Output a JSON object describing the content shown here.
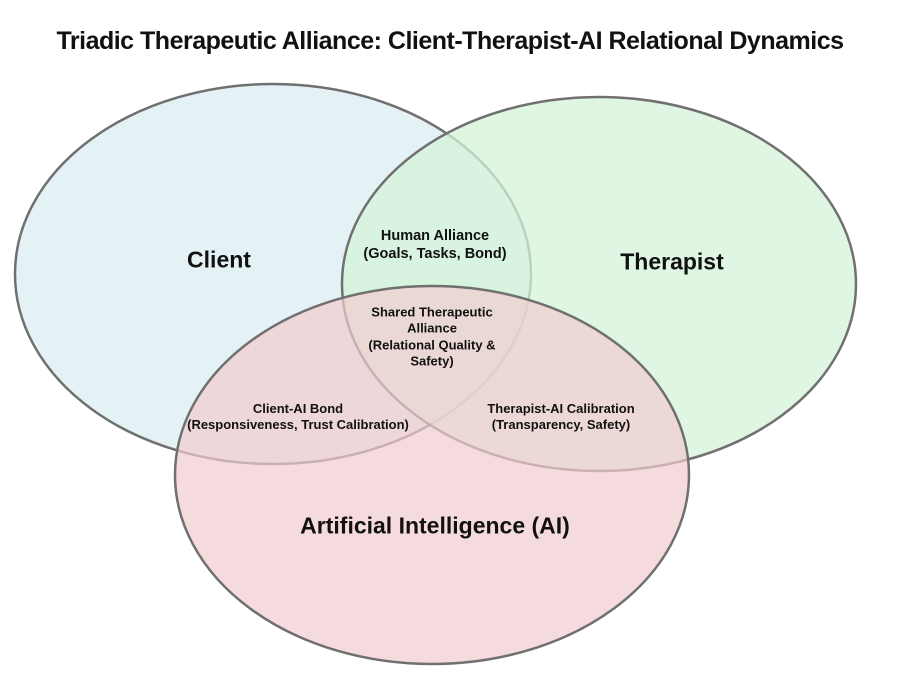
{
  "title": "Triadic Therapeutic Alliance: Client-Therapist-AI Relational Dynamics",
  "colors": {
    "client_fill": "#dcedf1",
    "therapist_fill": "#d3f3d8",
    "ai_fill": "#f2ccd0",
    "stroke": "#707070"
  },
  "sets": {
    "client": {
      "label": "Client"
    },
    "therapist": {
      "label": "Therapist"
    },
    "ai": {
      "label": "Artificial Intelligence (AI)"
    }
  },
  "intersections": {
    "client_therapist": {
      "line1": "Human Alliance",
      "line2": "(Goals, Tasks, Bond)"
    },
    "all_three": {
      "line1": "Shared Therapeutic",
      "line2": "Alliance",
      "line3": "(Relational Quality &",
      "line4": "Safety)"
    },
    "client_ai": {
      "line1": "Client-AI Bond",
      "line2": "(Responsiveness, Trust Calibration)"
    },
    "therapist_ai": {
      "line1": "Therapist-AI Calibration",
      "line2": "(Transparency, Safety)"
    }
  }
}
